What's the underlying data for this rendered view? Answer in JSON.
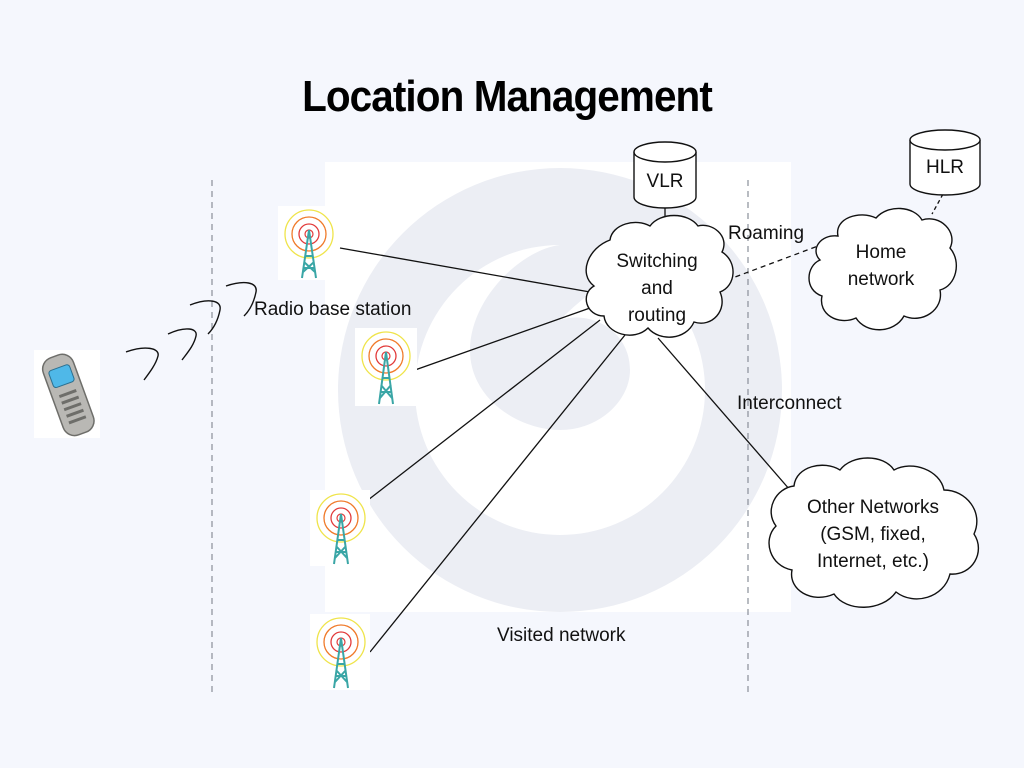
{
  "slide": {
    "title": "Location Management"
  },
  "diagram": {
    "vlr_label": "VLR",
    "hlr_label": "HLR",
    "switching_line1": "Switching",
    "switching_line2": "and",
    "switching_line3": "routing",
    "home_line1": "Home",
    "home_line2": "network",
    "roaming_label": "Roaming",
    "radio_base_station_label": "Radio base station",
    "interconnect_label": "Interconnect",
    "other_line1": "Other Networks",
    "other_line2": "(GSM, fixed,",
    "other_line3": "Internet, etc.)",
    "visited_network_label": "Visited network"
  },
  "colors": {
    "background": "#f5f7fd",
    "logo_watermark": "#eceef4",
    "tower": "#3aa6a6",
    "ring_inner": "#e23b3b",
    "ring_middle": "#f07a2a",
    "ring_outer": "#efe44a",
    "divider": "#8a8f99"
  }
}
